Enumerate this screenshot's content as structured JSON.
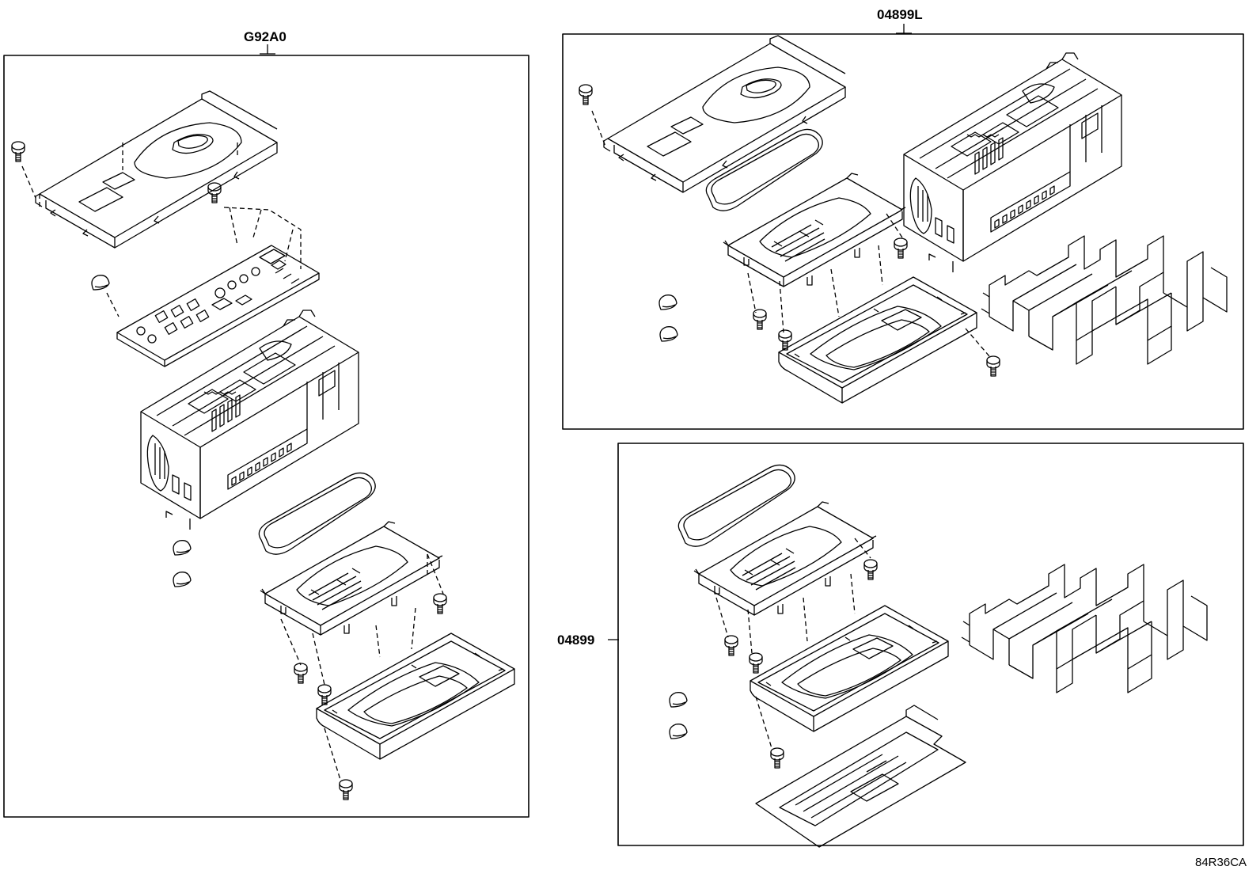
{
  "labels": {
    "kit_left": "G92A0",
    "kit_top_right": "04899L",
    "kit_bottom_right": "04899",
    "catalog_code": "84R36CA"
  },
  "colors": {
    "line": "#000000",
    "background": "#ffffff"
  }
}
